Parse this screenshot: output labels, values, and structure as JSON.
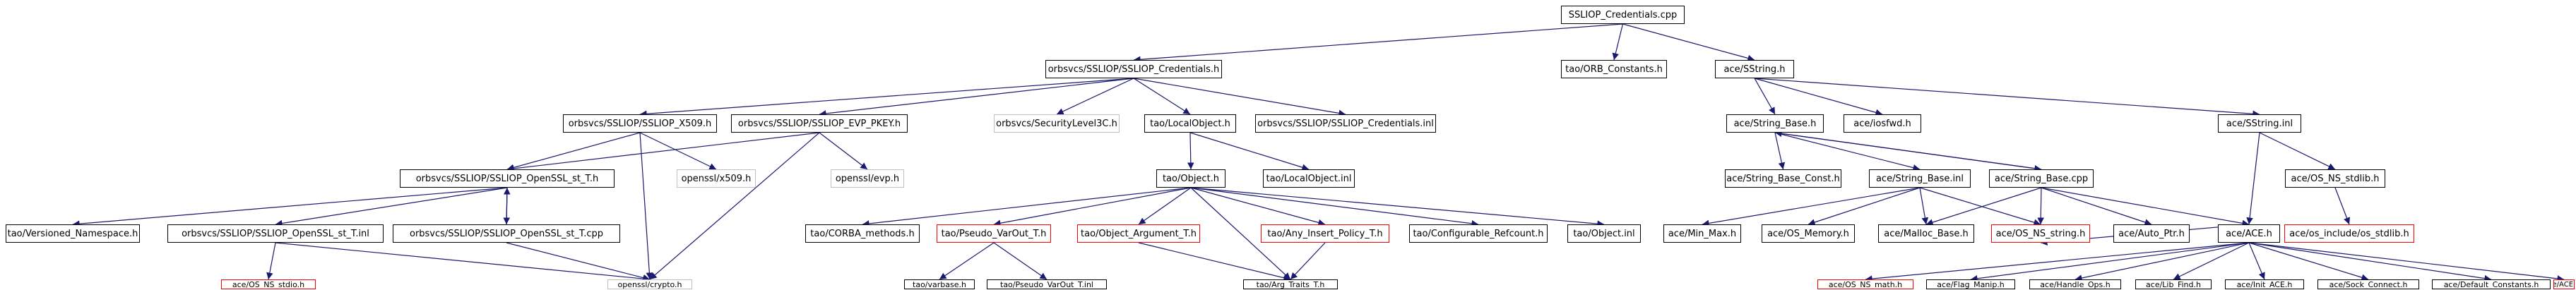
{
  "graph": {
    "edge_color": "#191970",
    "colors": {
      "border": "#000000",
      "missing_border": "#ff0000",
      "excluded_border": "#bfbfbf",
      "focus_fill": "#bfbfbf"
    },
    "nodes": {
      "n_root": {
        "label": "SSLIOP_Credentials.cpp",
        "style": "focus"
      },
      "n_cred_h": {
        "label": "orbsvcs/SSLIOP/SSLIOP_Credentials.h",
        "style": "normal"
      },
      "n_orb_const": {
        "label": "tao/ORB_Constants.h",
        "style": "normal"
      },
      "n_sstring_h": {
        "label": "ace/SString.h",
        "style": "normal"
      },
      "n_x509_h": {
        "label": "orbsvcs/SSLIOP/SSLIOP_X509.h",
        "style": "normal"
      },
      "n_evp_h": {
        "label": "orbsvcs/SSLIOP/SSLIOP_EVP_PKEY.h",
        "style": "normal"
      },
      "n_seclevel": {
        "label": "orbsvcs/SecurityLevel3C.h",
        "style": "excluded"
      },
      "n_localobj_h": {
        "label": "tao/LocalObject.h",
        "style": "normal"
      },
      "n_cred_inl": {
        "label": "orbsvcs/SSLIOP/SSLIOP_Credentials.inl",
        "style": "normal"
      },
      "n_stringbase_h": {
        "label": "ace/String_Base.h",
        "style": "normal"
      },
      "n_iosfwd": {
        "label": "ace/iosfwd.h",
        "style": "normal"
      },
      "n_sstring_inl": {
        "label": "ace/SString.inl",
        "style": "normal"
      },
      "n_openssl_x509": {
        "label": "openssl/x509.h",
        "style": "excluded"
      },
      "n_openssl_evp": {
        "label": "openssl/evp.h",
        "style": "excluded"
      },
      "n_ssl_st_h": {
        "label": "orbsvcs/SSLIOP/SSLIOP_OpenSSL_st_T.h",
        "style": "normal"
      },
      "n_localobj_inl": {
        "label": "tao/LocalObject.inl",
        "style": "normal"
      },
      "n_object_h": {
        "label": "tao/Object.h",
        "style": "normal"
      },
      "n_sb_const": {
        "label": "ace/String_Base_Const.h",
        "style": "normal"
      },
      "n_sb_inl": {
        "label": "ace/String_Base.inl",
        "style": "normal"
      },
      "n_sb_cpp": {
        "label": "ace/String_Base.cpp",
        "style": "normal"
      },
      "n_os_stdlib_h": {
        "label": "ace/OS_NS_stdlib.h",
        "style": "normal"
      },
      "n_versioned_ns": {
        "label": "tao/Versioned_Namespace.h",
        "style": "normal"
      },
      "n_ssl_st_inl": {
        "label": "orbsvcs/SSLIOP/SSLIOP_OpenSSL_st_T.inl",
        "style": "normal"
      },
      "n_ssl_st_cpp": {
        "label": "orbsvcs/SSLIOP/SSLIOP_OpenSSL_st_T.cpp",
        "style": "normal"
      },
      "n_corba_methods": {
        "label": "tao/CORBA_methods.h",
        "style": "normal"
      },
      "n_pseudo_varout": {
        "label": "tao/Pseudo_VarOut_T.h",
        "style": "missing"
      },
      "n_object_arg": {
        "label": "tao/Object_Argument_T.h",
        "style": "missing"
      },
      "n_any_insert": {
        "label": "tao/Any_Insert_Policy_T.h",
        "style": "missing"
      },
      "n_conf_refcount": {
        "label": "tao/Configurable_Refcount.h",
        "style": "normal"
      },
      "n_object_inl": {
        "label": "tao/Object.inl",
        "style": "normal"
      },
      "n_min_max": {
        "label": "ace/Min_Max.h",
        "style": "normal"
      },
      "n_os_memory": {
        "label": "ace/OS_Memory.h",
        "style": "normal"
      },
      "n_malloc_base": {
        "label": "ace/Malloc_Base.h",
        "style": "normal"
      },
      "n_os_string": {
        "label": "ace/OS_NS_string.h",
        "style": "missing"
      },
      "n_auto_ptr": {
        "label": "ace/Auto_Ptr.h",
        "style": "normal"
      },
      "n_ace_h": {
        "label": "ace/ACE.h",
        "style": "normal"
      },
      "n_os_stdlib_inc": {
        "label": "ace/os_include/os_stdlib.h",
        "style": "missing"
      },
      "n_os_stdio": {
        "label": "ace/OS_NS_stdio.h",
        "style": "missing"
      },
      "n_openssl_crypto": {
        "label": "openssl/crypto.h",
        "style": "excluded"
      },
      "n_varbase": {
        "label": "tao/varbase.h",
        "style": "normal"
      },
      "n_pseudo_varout_inl": {
        "label": "tao/Pseudo_VarOut_T.inl",
        "style": "normal"
      },
      "n_arg_traits": {
        "label": "tao/Arg_Traits_T.h",
        "style": "normal"
      },
      "n_os_math": {
        "label": "ace/OS_NS_math.h",
        "style": "missing"
      },
      "n_flag_manip": {
        "label": "ace/Flag_Manip.h",
        "style": "normal"
      },
      "n_handle_ops": {
        "label": "ace/Handle_Ops.h",
        "style": "normal"
      },
      "n_lib_find": {
        "label": "ace/Lib_Find.h",
        "style": "normal"
      },
      "n_init_ace": {
        "label": "ace/Init_ACE.h",
        "style": "normal"
      },
      "n_sock_connect": {
        "label": "ace/Sock_Connect.h",
        "style": "normal"
      },
      "n_default_const": {
        "label": "ace/Default_Constants.h",
        "style": "normal"
      },
      "n_ace_inl": {
        "label": "ace/ACE.inl",
        "style": "missing"
      }
    },
    "edges": [
      [
        "n_root",
        "n_cred_h"
      ],
      [
        "n_root",
        "n_orb_const"
      ],
      [
        "n_root",
        "n_sstring_h"
      ],
      [
        "n_cred_h",
        "n_x509_h"
      ],
      [
        "n_cred_h",
        "n_evp_h"
      ],
      [
        "n_cred_h",
        "n_seclevel"
      ],
      [
        "n_cred_h",
        "n_localobj_h"
      ],
      [
        "n_cred_h",
        "n_cred_inl"
      ],
      [
        "n_sstring_h",
        "n_stringbase_h"
      ],
      [
        "n_sstring_h",
        "n_iosfwd"
      ],
      [
        "n_sstring_h",
        "n_sstring_inl"
      ],
      [
        "n_x509_h",
        "n_ssl_st_h"
      ],
      [
        "n_x509_h",
        "n_openssl_x509"
      ],
      [
        "n_x509_h",
        "n_openssl_crypto"
      ],
      [
        "n_evp_h",
        "n_ssl_st_h"
      ],
      [
        "n_evp_h",
        "n_openssl_evp"
      ],
      [
        "n_evp_h",
        "n_openssl_crypto"
      ],
      [
        "n_localobj_h",
        "n_object_h"
      ],
      [
        "n_localobj_h",
        "n_localobj_inl"
      ],
      [
        "n_ssl_st_h",
        "n_versioned_ns"
      ],
      [
        "n_ssl_st_h",
        "n_ssl_st_inl"
      ],
      [
        "n_ssl_st_h",
        "n_ssl_st_cpp"
      ],
      [
        "n_ssl_st_cpp",
        "n_ssl_st_h"
      ],
      [
        "n_ssl_st_inl",
        "n_os_stdio"
      ],
      [
        "n_ssl_st_inl",
        "n_openssl_crypto"
      ],
      [
        "n_ssl_st_cpp",
        "n_openssl_crypto"
      ],
      [
        "n_object_h",
        "n_corba_methods"
      ],
      [
        "n_object_h",
        "n_pseudo_varout"
      ],
      [
        "n_object_h",
        "n_object_arg"
      ],
      [
        "n_object_h",
        "n_any_insert"
      ],
      [
        "n_object_h",
        "n_conf_refcount"
      ],
      [
        "n_object_h",
        "n_object_inl"
      ],
      [
        "n_object_h",
        "n_arg_traits"
      ],
      [
        "n_pseudo_varout",
        "n_varbase"
      ],
      [
        "n_pseudo_varout",
        "n_pseudo_varout_inl"
      ],
      [
        "n_object_arg",
        "n_arg_traits"
      ],
      [
        "n_any_insert",
        "n_arg_traits"
      ],
      [
        "n_stringbase_h",
        "n_sb_const"
      ],
      [
        "n_stringbase_h",
        "n_sb_inl"
      ],
      [
        "n_stringbase_h",
        "n_sb_cpp"
      ],
      [
        "n_sb_cpp",
        "n_stringbase_h"
      ],
      [
        "n_sb_inl",
        "n_min_max"
      ],
      [
        "n_sb_inl",
        "n_os_memory"
      ],
      [
        "n_sb_inl",
        "n_malloc_base"
      ],
      [
        "n_sb_inl",
        "n_os_string"
      ],
      [
        "n_sb_cpp",
        "n_malloc_base"
      ],
      [
        "n_sb_cpp",
        "n_os_string"
      ],
      [
        "n_sb_cpp",
        "n_auto_ptr"
      ],
      [
        "n_sb_cpp",
        "n_ace_h"
      ],
      [
        "n_sstring_inl",
        "n_ace_h"
      ],
      [
        "n_sstring_inl",
        "n_os_stdlib_h"
      ],
      [
        "n_os_stdlib_h",
        "n_os_stdlib_inc"
      ],
      [
        "n_ace_h",
        "n_os_string"
      ],
      [
        "n_ace_h",
        "n_os_math"
      ],
      [
        "n_ace_h",
        "n_flag_manip"
      ],
      [
        "n_ace_h",
        "n_handle_ops"
      ],
      [
        "n_ace_h",
        "n_lib_find"
      ],
      [
        "n_ace_h",
        "n_init_ace"
      ],
      [
        "n_ace_h",
        "n_sock_connect"
      ],
      [
        "n_ace_h",
        "n_default_const"
      ],
      [
        "n_ace_h",
        "n_ace_inl"
      ]
    ]
  }
}
